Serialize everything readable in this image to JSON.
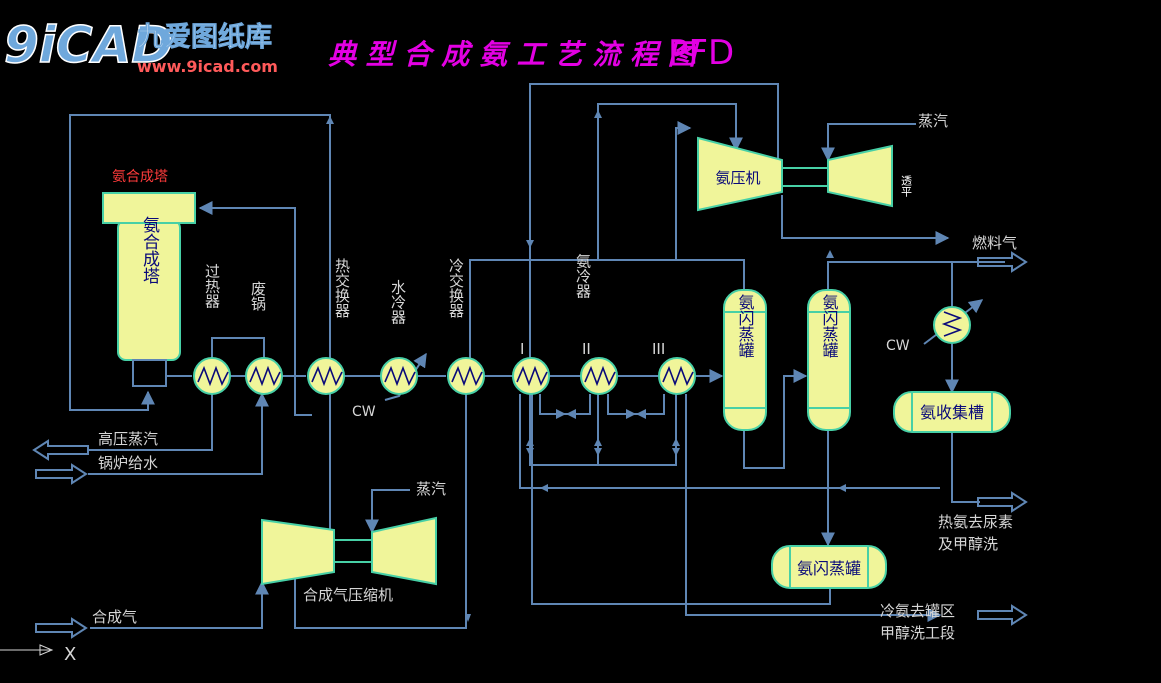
{
  "header": {
    "logo_text": "9iCAD",
    "site_name": "九爱图纸库",
    "site_url": "www.9icad.com",
    "title_cn": "典 型 合 成 氨 工 艺 流 程 图",
    "title_en": "PFD"
  },
  "colors": {
    "background": "#000000",
    "line": "#5f86b4",
    "equipment_fill": "#f0f59a",
    "equipment_stroke": "#47d0a6",
    "label": "#d6d6d6",
    "title": "#e300e3",
    "reactor_label": "#ff3b3b",
    "inner_label": "#0a0a7a"
  },
  "equipment": {
    "reactor_title": "氨合成塔",
    "reactor_body": "氨合成塔",
    "superheater": "过热器",
    "waste_boiler": "废锅",
    "heat_exchanger": "热交换器",
    "water_cooler": "水冷器",
    "cold_exchanger": "冷交换器",
    "ammonia_cooler": "氨冷器",
    "roman_1": "I",
    "roman_2": "II",
    "roman_3": "III",
    "flash_drum_1": "氨闪蒸罐",
    "flash_drum_2": "氨闪蒸罐",
    "flash_drum_3": "氨闪蒸罐",
    "receiver": "氨收集槽",
    "ammonia_compressor": "氨压机",
    "syngas_compressor": "合成气压缩机"
  },
  "streams": {
    "hp_steam": "高压蒸汽",
    "boiler_feed": "锅炉给水",
    "syngas": "合成气",
    "steam_top": "蒸汽",
    "steam_bottom": "蒸汽",
    "turbine_label": "透平",
    "fuel_gas": "燃料气",
    "cw_1": "CW",
    "cw_2": "CW",
    "hot_ammonia_line1": "热氨去尿素",
    "hot_ammonia_line2": "及甲醇洗",
    "cold_ammonia_line1": "冷氨去罐区",
    "cold_ammonia_line2": "甲醇洗工段"
  },
  "ucs": {
    "x_label": "X"
  }
}
